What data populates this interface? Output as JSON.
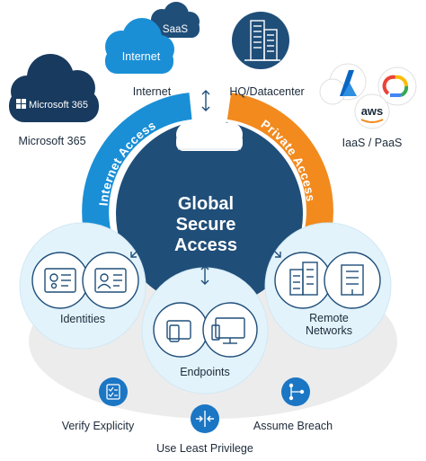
{
  "center": {
    "line1": "Global",
    "line2": "Secure",
    "line3": "Access"
  },
  "arcs": {
    "internet_access": "Internet Access",
    "private_access": "Private Access"
  },
  "clouds": {
    "saas": "SaaS",
    "internet": "Internet",
    "microsoft365": "Microsoft 365",
    "aws": "aws"
  },
  "labels": {
    "internet": "Internet",
    "hq_datacenter": "HQ/Datacenter",
    "microsoft365": "Microsoft 365",
    "iaas_paas": "IaaS / PaaS",
    "identities": "Identities",
    "endpoints": "Endpoints",
    "remote_networks_1": "Remote",
    "remote_networks_2": "Networks",
    "verify_explicitly": "Verify Explicity",
    "use_least_privilege": "Use Least Privilege",
    "assume_breach": "Assume Breach"
  },
  "colors": {
    "navy": "#1f4e79",
    "dark_navy": "#183a5e",
    "internet_blue": "#1a8fd6",
    "private_orange": "#f28a1e",
    "light_circle": "#e3f3fb",
    "bottom_grey": "#ececec",
    "icon_blue": "#1b76c4"
  }
}
